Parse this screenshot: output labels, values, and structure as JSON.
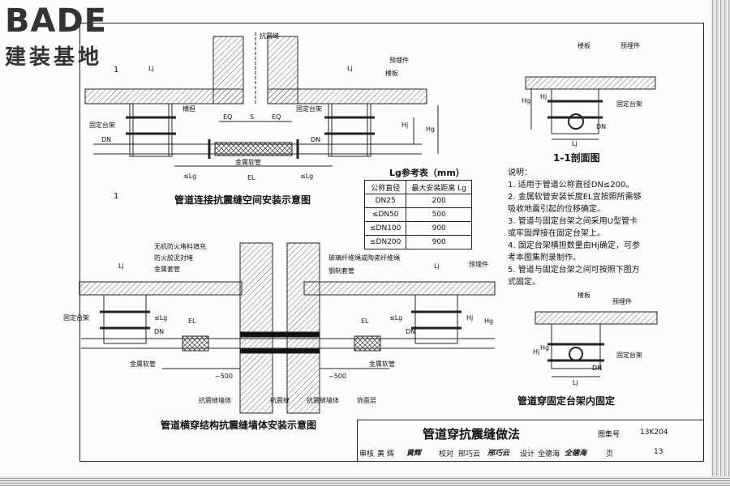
{
  "logo": {
    "brand": "BADE",
    "cn": "建装基地"
  },
  "top_diagram": {
    "title": "管道连接抗震缝空间安装示意图",
    "labels": {
      "seam": "抗震缝",
      "lj_left": "Lj",
      "lj_right": "Lj",
      "embed": "预埋件",
      "slab": "楼板",
      "beam": "横担",
      "bracket_left": "固定台架",
      "bracket_right": "固定台架",
      "eq1": "EQ",
      "s": "S",
      "eq2": "EQ",
      "dn_left": "DN",
      "dn_right": "DN",
      "hose": "金属软管",
      "el": "EL",
      "lg_left": "≤Lg",
      "lg_right": "≤Lg",
      "hj": "Hj",
      "hg": "Hg",
      "section_top": "1",
      "section_bottom": "1"
    }
  },
  "lg_table": {
    "title": "Lg参考表（mm）",
    "headers": [
      "公称直径",
      "最大安装距离 Lg"
    ],
    "rows": [
      [
        "DN25",
        "200"
      ],
      [
        "≤DN50",
        "500"
      ],
      [
        "≤DN100",
        "900"
      ],
      [
        "≤DN200",
        "900"
      ]
    ]
  },
  "section_view": {
    "title": "1-1剖面图",
    "labels": {
      "slab": "楼板",
      "embed": "预埋件",
      "hg": "Hg",
      "hj": "Hj",
      "bracket": "固定台架",
      "dn": "DN",
      "lj": "Lj"
    }
  },
  "notes": {
    "heading": "说明：",
    "items": [
      "1. 适用于管道公称直径DN≤200。",
      "2. 金属软管安装长度EL宜按照所需够吸收地震引起的位移确定。",
      "3. 管道与固定台架之间采用U型管卡或牢固焊接在固定台架上。",
      "4. 固定台架横担数量由Hj确定，可参考本图集附录制作。",
      "5. 管道与固定台架之间可按照下图方式固定。"
    ]
  },
  "inner_fix": {
    "title": "管道穿固定台架内固定",
    "labels": {
      "slab": "楼板",
      "embed": "预埋件",
      "hg": "Hg",
      "hj": "Hj",
      "bracket": "固定台架",
      "dn": "DN",
      "lj": "Lj"
    }
  },
  "bottom_diagram": {
    "title": "管道横穿结构抗震缝墙体安装示意图",
    "labels": {
      "fireproof": "无机防火堵料填充",
      "sealant": "防火胶泥封堵",
      "metal_pipe": "金属套管",
      "glassfiber": "玻璃纤维绳或陶瓷纤维绳",
      "steel_sleeve": "钢制套管",
      "lj_left": "Lj",
      "lj_right": "Lj",
      "embed": "预埋件",
      "bracket": "固定台架",
      "lg_left": "≤Lg",
      "el_left": "EL",
      "dn_left": "DN",
      "el_right": "EL",
      "lg_right": "≤Lg",
      "dn_right": "DN",
      "hose_left": "金属软管",
      "hose_right": "金属软管",
      "d500_left": "~500",
      "d500_right": "~500",
      "wall_left": "抗震缝墙体",
      "seam": "抗震缝",
      "wall_right": "抗震缝墙体",
      "finish": "饰面层",
      "hj": "Hj",
      "hg": "Hg"
    }
  },
  "title_block": {
    "drawing_title": "管道穿抗震缝做法",
    "atlas_label": "图集号",
    "atlas_no": "13K204",
    "review_label": "审核",
    "reviewer": "黄 辉",
    "review_sign": "黄辉",
    "check_label": "校对",
    "checker": "邢巧云",
    "check_sign": "邢巧云",
    "design_label": "设计",
    "designer": "全德海",
    "design_sign": "全德海",
    "page_label": "页",
    "page_no": "13"
  }
}
